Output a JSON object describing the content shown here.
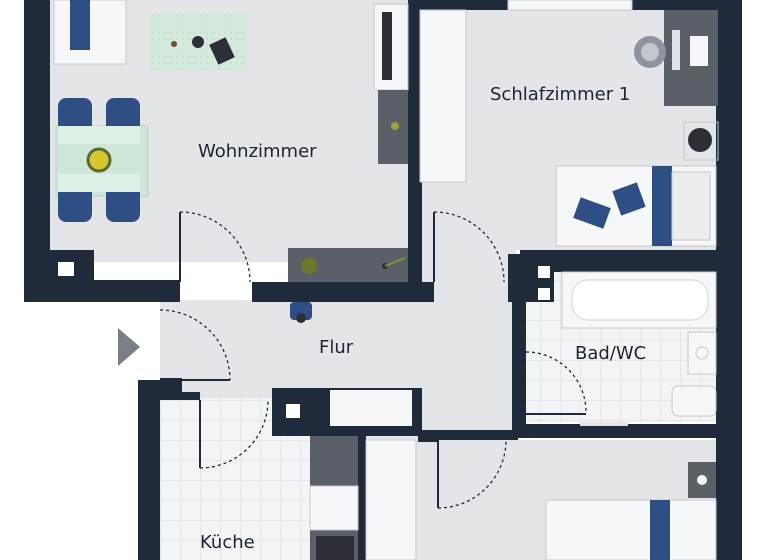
{
  "rooms": {
    "wohnzimmer": "Wohnzimmer",
    "schlafzimmer_1": "Schlafzimmer 1",
    "flur": "Flur",
    "bad_wc": "Bad/WC",
    "kueche": "Küche"
  },
  "colors": {
    "wall": "#1f2a3b",
    "floor": "#e4e5e9",
    "tile": "#f3f4f6",
    "tile_grid": "#d9dbe0",
    "furniture_blue": "#2d4f84",
    "furniture_white": "#f6f7f9",
    "worktop_grey": "#5b6068",
    "rug_green": "#cfe7d9",
    "entry_arrow": "#7a7f86"
  },
  "icons": {
    "entry": "entry-arrow-icon",
    "door": "door-swing-icon"
  }
}
